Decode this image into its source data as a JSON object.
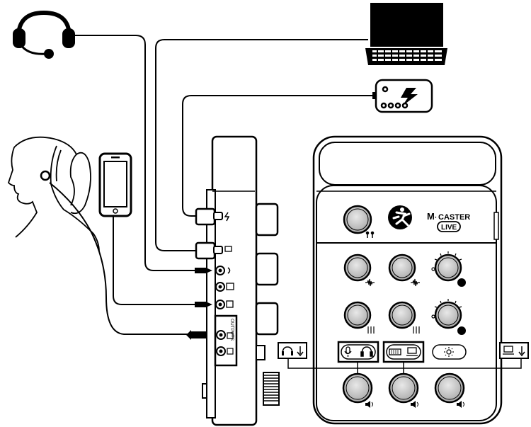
{
  "device": {
    "brand_prefix": "M",
    "brand_name": "CASTER",
    "brand_badge": "LIVE",
    "outputs_label": "OUTPUTS"
  },
  "icons": {
    "headset": "headset-icon",
    "laptop": "laptop-icon",
    "power_bank": "power-bank-icon",
    "smartphone": "smartphone-icon",
    "person": "person-with-earbuds-icon",
    "mackie_logo": "mackie-running-man-logo",
    "headphones_out": "headphones-output-icon",
    "computer_out": "computer-output-icon"
  },
  "colors": {
    "stroke": "#000000",
    "knob_ring": "#d0d0d0",
    "knob_fill": "#bdbdbd",
    "panel": "#ffffff"
  }
}
